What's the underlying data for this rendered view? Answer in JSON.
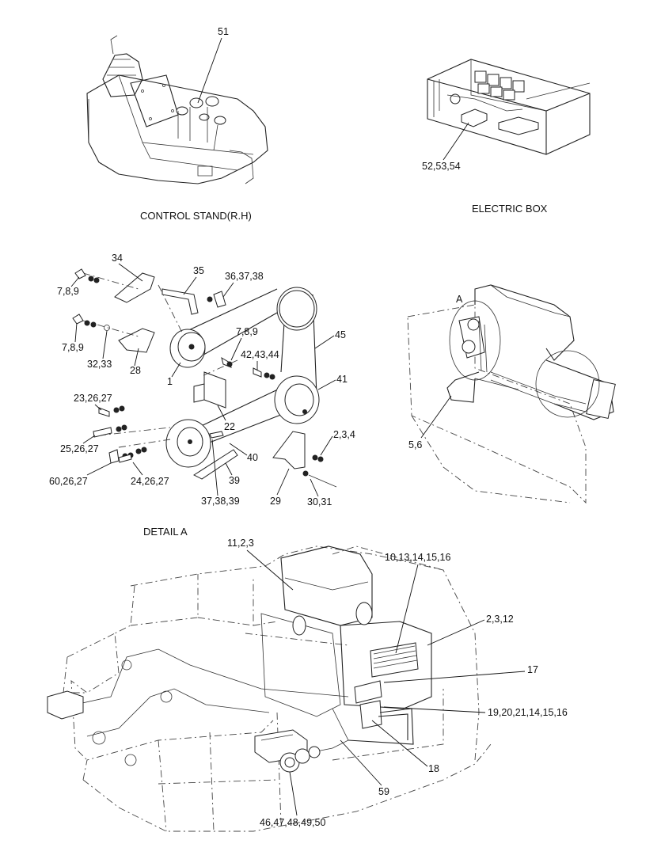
{
  "captions": {
    "control_stand": "CONTROL STAND(R.H)",
    "electric_box": "ELECTRIC BOX",
    "detail_a": "DETAIL  A",
    "view_a": "A"
  },
  "labels": {
    "l51": "51",
    "l52": "52,53,54",
    "l34": "34",
    "l35": "35",
    "l36": "36,37,38",
    "l789a": "7,8,9",
    "l789b": "7,8,9",
    "l789c": "7,8,9",
    "l3233": "32,33",
    "l28": "28",
    "l1": "1",
    "l424344": "42,43,44",
    "l45": "45",
    "l41": "41",
    "l232627": "23,26,27",
    "l22": "22",
    "l252627": "25,26,27",
    "l234": "2,3,4",
    "l40": "40",
    "l602627": "60,26,27",
    "l242627": "24,26,27",
    "l39": "39",
    "l29": "29",
    "l373839": "37,38,39",
    "l3031": "30,31",
    "l56": "5,6",
    "l1123": "11,2,3",
    "l10": "10,13,14,15,16",
    "l2312": "2,3,12",
    "l17": "17",
    "l19": "19,20,21,14,15,16",
    "l18": "18",
    "l59": "59",
    "l46": "46,47,48,49,50"
  }
}
